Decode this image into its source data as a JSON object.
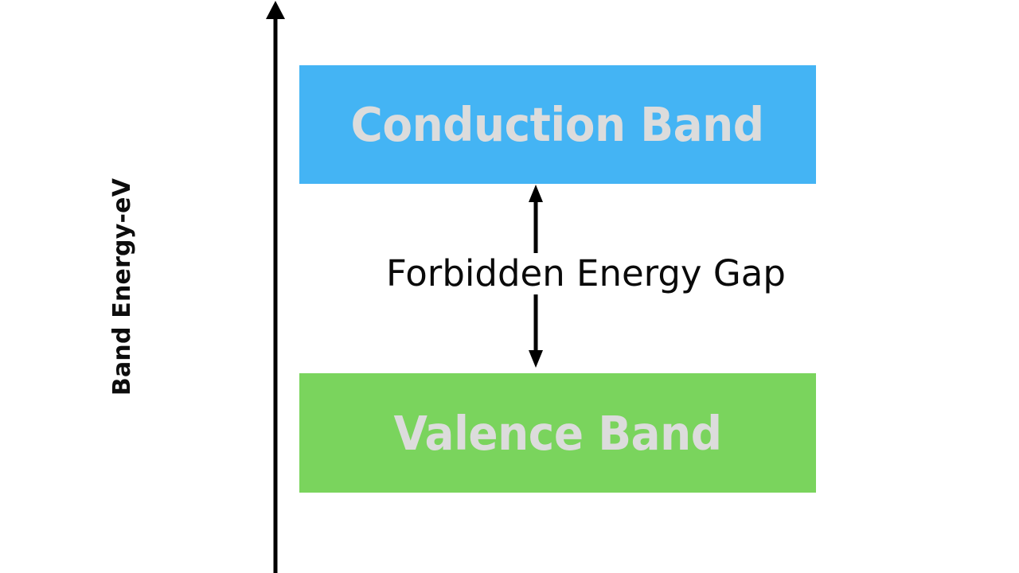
{
  "figure": {
    "background_color": "#ffffff",
    "axis": {
      "label": "Band Energy-eV",
      "color": "#0d0d0d",
      "orientation": "vertical",
      "arrow_direction": "up",
      "name": "energy-axis"
    },
    "bands": [
      {
        "id": "conduction-band",
        "label": "Conduction Band",
        "fill_color": "#44b4f4",
        "text_color": "#dcdcdc"
      },
      {
        "id": "valence-band",
        "label": "Valence Band",
        "fill_color": "#7ad45d",
        "text_color": "#dcdcdc"
      }
    ],
    "gap": {
      "label": "Forbidden Energy Gap",
      "text_color": "#0a0a0a",
      "arrow_color": "#000000",
      "arrow_style": "double-headed-vertical"
    }
  },
  "chart_data": {
    "type": "diagram",
    "title": "",
    "ylabel": "Band Energy-eV",
    "xlabel": "",
    "grid": false,
    "legend": null,
    "categories": [
      "Conduction Band",
      "Forbidden Energy Gap",
      "Valence Band"
    ],
    "annotations": [
      {
        "text": "Conduction Band",
        "role": "band",
        "color": "#44b4f4"
      },
      {
        "text": "Forbidden Energy Gap",
        "role": "gap",
        "color": "#ffffff"
      },
      {
        "text": "Valence Band",
        "role": "band",
        "color": "#7ad45d"
      }
    ]
  }
}
